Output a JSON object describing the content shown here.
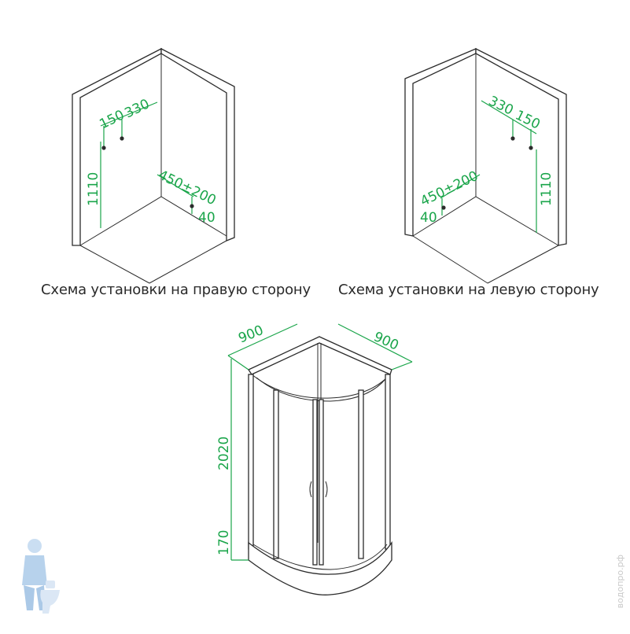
{
  "captions": {
    "right_side": "Схема установки на правую сторону",
    "left_side": "Схема установки на левую сторону"
  },
  "right_scheme": {
    "d1": "150",
    "d2": "330",
    "height": "1110",
    "drain_offset": "450±200",
    "drain_height": "40"
  },
  "left_scheme": {
    "d1": "330",
    "d2": "150",
    "height": "1110",
    "drain_offset": "450±200",
    "drain_height": "40"
  },
  "cabin": {
    "width_left": "900",
    "width_right": "900",
    "height": "2020",
    "tray_height": "170"
  },
  "watermark": "водопро.рф",
  "colors": {
    "dimension": "#1aa54a",
    "outline": "#2b2b2b",
    "logo": "#9fc3e6"
  }
}
